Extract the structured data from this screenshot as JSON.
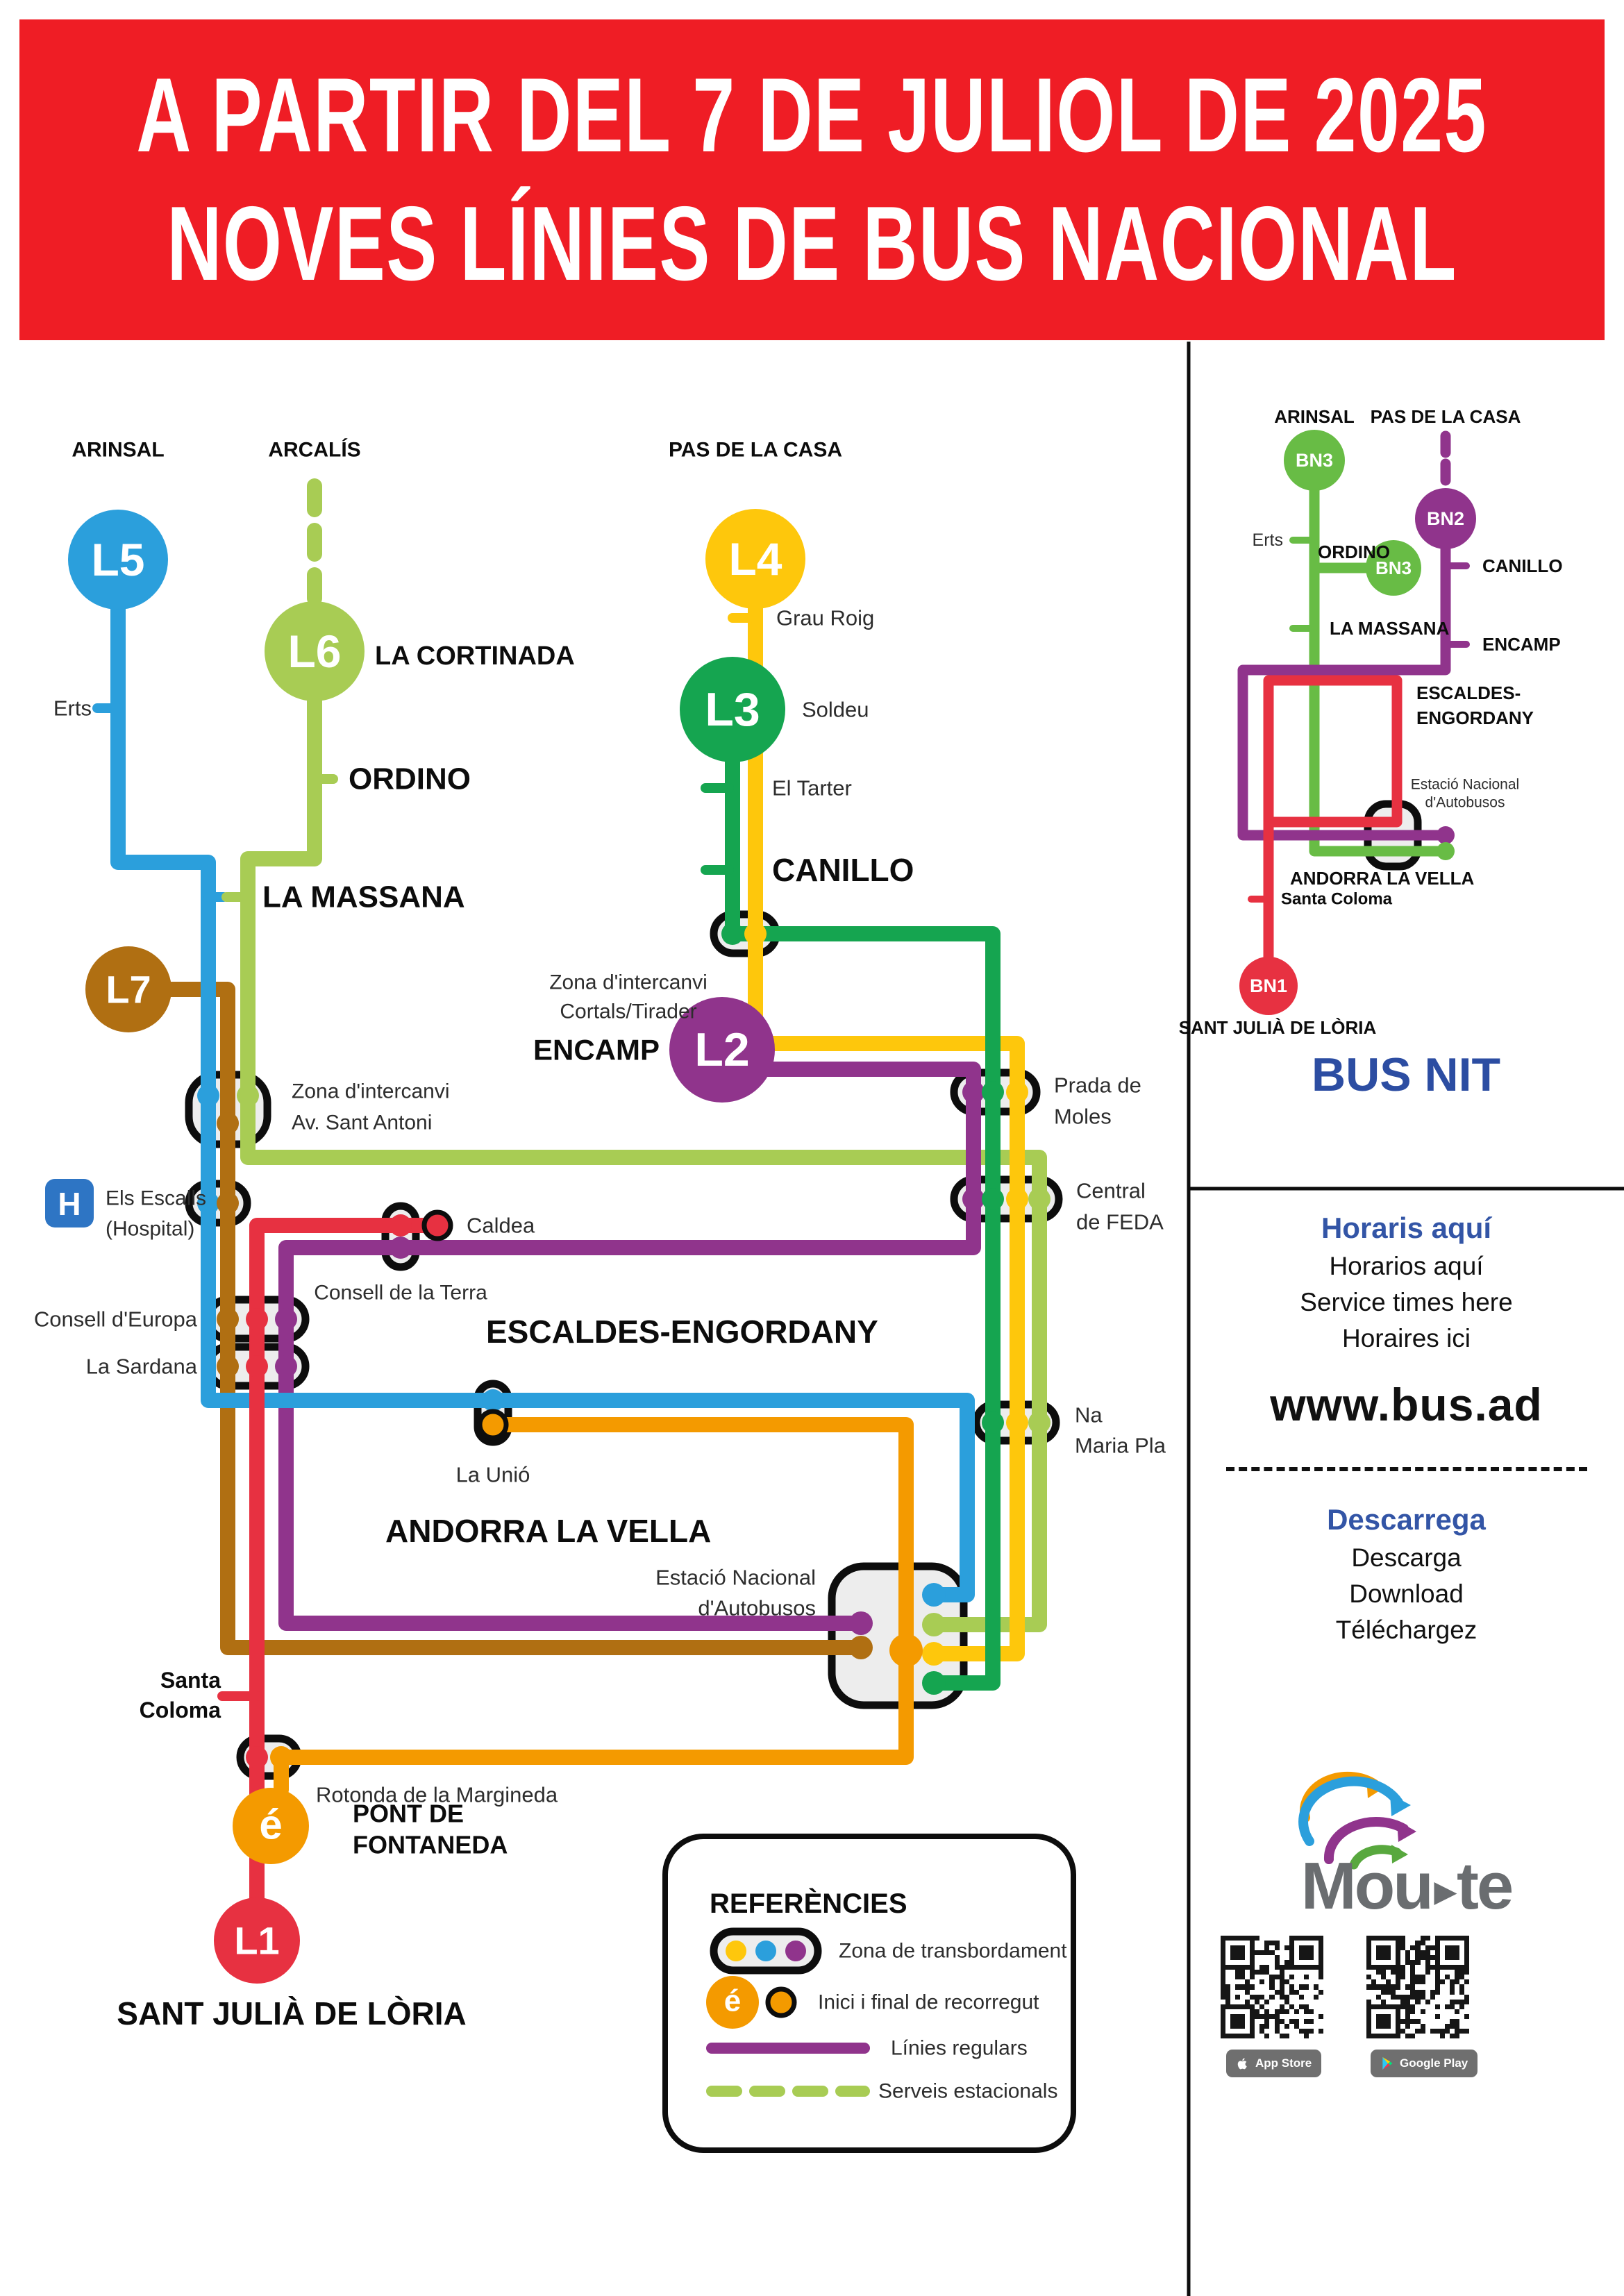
{
  "header": {
    "line1": "A PARTIR DEL 7 DE JULIOL DE 2025",
    "line2": "NOVES LÍNIES DE BUS NACIONAL"
  },
  "colors": {
    "header_red": "#ef1d25",
    "red": "#e73141",
    "blue": "#2b9fdc",
    "lightgreen": "#a8cc54",
    "yellow": "#fec70c",
    "green": "#15a550",
    "purple": "#90348c",
    "brown": "#b06f12",
    "orange": "#f49a00",
    "busnit_green": "#68bc45",
    "busnit_blue": "#2c4da2",
    "info_blue": "#3355a6",
    "hospital_blue": "#2e75c4",
    "moute_gray": "#6a6d70",
    "capsule_fill": "#ededed",
    "ink": "#0d0d0d"
  },
  "map": {
    "terminals": {
      "arinsal": "ARINSAL",
      "arcalis": "ARCALÍS",
      "pas": "PAS DE LA CASA"
    },
    "badges": {
      "l1": "L1",
      "l2": "L2",
      "l3": "L3",
      "l4": "L4",
      "l5": "L5",
      "l6": "L6",
      "l7": "L7",
      "e": "é"
    },
    "stops": {
      "erts": "Erts",
      "la_cortinada": "LA CORTINADA",
      "ordino": "ORDINO",
      "grau_roig": "Grau Roig",
      "soldeu": "Soldeu",
      "el_tarter": "El Tarter",
      "canillo": "CANILLO",
      "la_massana": "LA MASSANA",
      "cortals1": "Zona d'intercanvi",
      "cortals2": "Cortals/Tirader",
      "encamp": "ENCAMP",
      "prada1": "Prada de",
      "prada2": "Moles",
      "feda1": "Central",
      "feda2": "de FEDA",
      "sant_antoni1": "Zona d'intercanvi",
      "sant_antoni2": "Av. Sant Antoni",
      "hospital_h": "H",
      "els_escalls1": "Els Escalls",
      "els_escalls2": "(Hospital)",
      "caldea": "Caldea",
      "consell_terra": "Consell de la Terra",
      "escaldes": "ESCALDES-ENGORDANY",
      "consell_europa": "Consell d'Europa",
      "la_sardana": "La Sardana",
      "na_maria1": "Na",
      "na_maria2": "Maria Pla",
      "la_unio": "La Unió",
      "andorra": "ANDORRA LA VELLA",
      "estacio1": "Estació Nacional",
      "estacio2": "d'Autobusos",
      "santa1": "Santa",
      "santa2": "Coloma",
      "rotonda": "Rotonda de la Margineda",
      "pont1": "PONT DE",
      "pont2": "FONTANEDA",
      "sant_julia": "SANT JULIÀ DE LÒRIA"
    }
  },
  "legend": {
    "title": "REFERÈNCIES",
    "e_badge": "é",
    "zona": "Zona de transbordament",
    "inici": "Inici i final de recorregut",
    "linies": "Línies regulars",
    "serveis": "Serveis estacionals"
  },
  "bus_nit": {
    "title": "BUS NIT",
    "badges": {
      "bn1": "BN1",
      "bn2": "BN2",
      "bn3": "BN3",
      "bn3b": "BN3"
    },
    "stops": {
      "arinsal": "ARINSAL",
      "pas": "PAS DE LA CASA",
      "erts": "Erts",
      "ordino": "ORDINO",
      "la_massana": "LA MASSANA",
      "canillo": "CANILLO",
      "encamp": "ENCAMP",
      "escaldes1": "ESCALDES-",
      "escaldes2": "ENGORDANY",
      "estacio1": "Estació Nacional",
      "estacio2": "d'Autobusos",
      "andorra": "ANDORRA LA VELLA",
      "santa_coloma": "Santa Coloma",
      "sant_julia": "SANT JULIÀ DE LÒRIA"
    }
  },
  "info": {
    "horaris": "Horaris aquí",
    "horarios": "Horarios aquí",
    "service": "Service times here",
    "horaires": "Horaires ici",
    "url": "www.bus.ad",
    "descarrega": "Descarrega",
    "descarga": "Descarga",
    "download": "Download",
    "telechargez": "Téléchargez"
  },
  "moute": {
    "brand_pre": "Mou",
    "brand_sep": "▶",
    "brand_post": "te",
    "app_store": "App Store",
    "google_play": "Google Play"
  }
}
